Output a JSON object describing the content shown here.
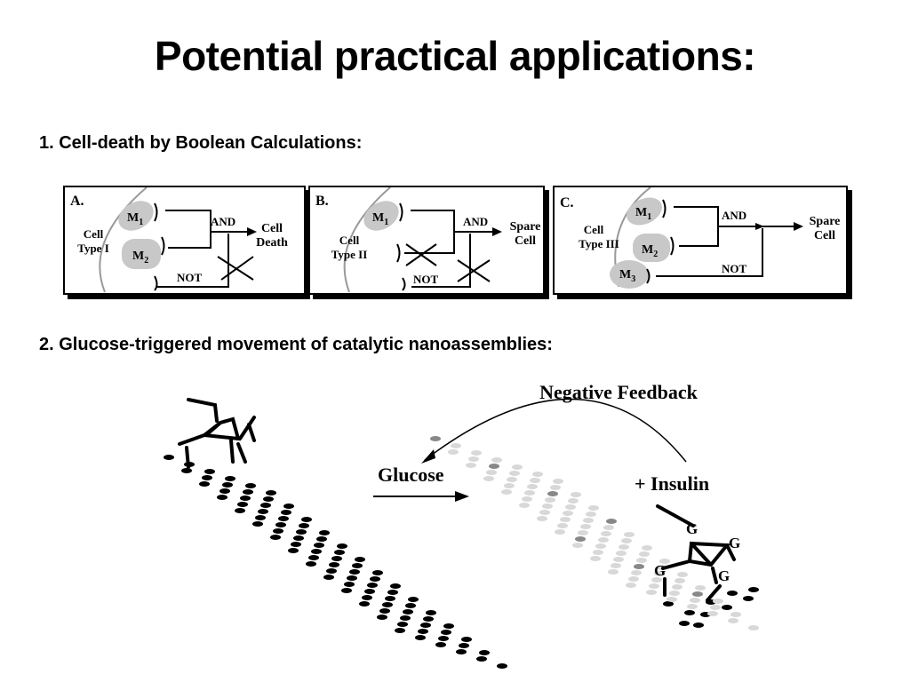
{
  "slide": {
    "title": "Potential practical applications:",
    "section1_heading": "1. Cell-death by Boolean Calculations:",
    "section2_heading": "2. Glucose-triggered movement of catalytic nanoassemblies:"
  },
  "panels": [
    {
      "letter": "A.",
      "cell_line1": "Cell",
      "cell_line2": "Type I",
      "m1_base": "M",
      "m1_sub": "1",
      "m2_base": "M",
      "m2_sub": "2",
      "and_label": "AND",
      "not_label": "NOT",
      "output_line1": "Cell",
      "output_line2": "Death"
    },
    {
      "letter": "B.",
      "cell_line1": "Cell",
      "cell_line2": "Type II",
      "m1_base": "M",
      "m1_sub": "1",
      "and_label": "AND",
      "not_label": "NOT",
      "output_line1": "Spare",
      "output_line2": "Cell"
    },
    {
      "letter": "C.",
      "cell_line1": "Cell",
      "cell_line2": "Type III",
      "m1_base": "M",
      "m1_sub": "1",
      "m2_base": "M",
      "m2_sub": "2",
      "m3_base": "M",
      "m3_sub": "3",
      "and_label": "AND",
      "not_label": "NOT",
      "output_line1": "Spare",
      "output_line2": "Cell"
    }
  ],
  "nanoassembly": {
    "feedback_label": "Negative Feedback",
    "glucose_label": "Glucose",
    "insulin_label": "+  Insulin",
    "glucose_marker": "G"
  },
  "colors": {
    "receptor_fill": "#c8c8c8",
    "cell_membrane": "#999999",
    "dot_dark": "#000000",
    "dot_light": "#d8d8d8"
  }
}
